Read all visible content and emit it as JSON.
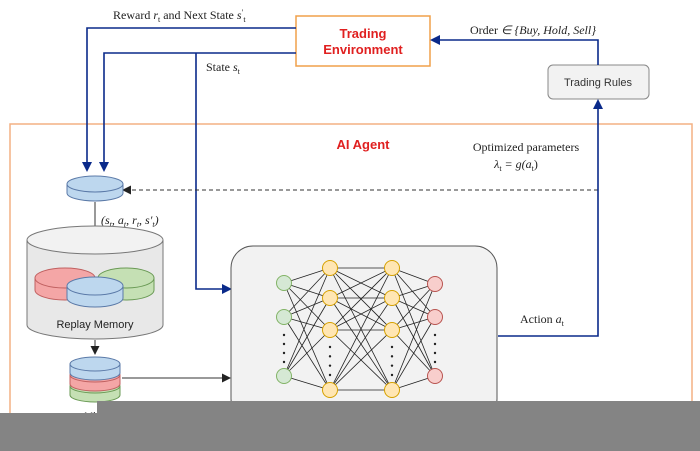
{
  "env": {
    "line1": "Trading",
    "line2": "Environment"
  },
  "rules": {
    "label": "Trading Rules"
  },
  "agent": {
    "title": "AI Agent"
  },
  "reward": {
    "text": "Reward",
    "r": "r",
    "sub": "t",
    "mid": "and Next State",
    "s": "s",
    "sup": "′",
    "sub2": "t"
  },
  "state": {
    "text": "State",
    "s": "s",
    "sub": "t"
  },
  "order": {
    "text": "Order",
    "set": "∈ {Buy, Hold, Sell}"
  },
  "optimized": {
    "line1": "Optimized parameters",
    "lambda": "λ",
    "sub": "t",
    "eq": "= g(a",
    "sub2": "t",
    "close": ")"
  },
  "transition": {
    "text": "(s",
    "p1": "t",
    "a": ", a",
    "p2": "t",
    "r": ", r",
    "p3": "t",
    "s": ", s′",
    "p4": "t",
    "close": ")"
  },
  "replay": {
    "label": "Replay Memory"
  },
  "minibatch": {
    "label": "Mi"
  },
  "action": {
    "text": "Action",
    "a": "a",
    "sub": "t"
  },
  "colors": {
    "env_border": "#f0a04a",
    "env_text": "#e02020",
    "agent_border": "#f4b183",
    "arrow_blue": "#0a2a8a",
    "disk_blue": "#bdd7ee",
    "disk_red": "#f4a6a6",
    "disk_green": "#c5e0b4",
    "node_green": "#d5e8d4",
    "node_yellow": "#ffe6b3",
    "node_red": "#f8cecc"
  }
}
